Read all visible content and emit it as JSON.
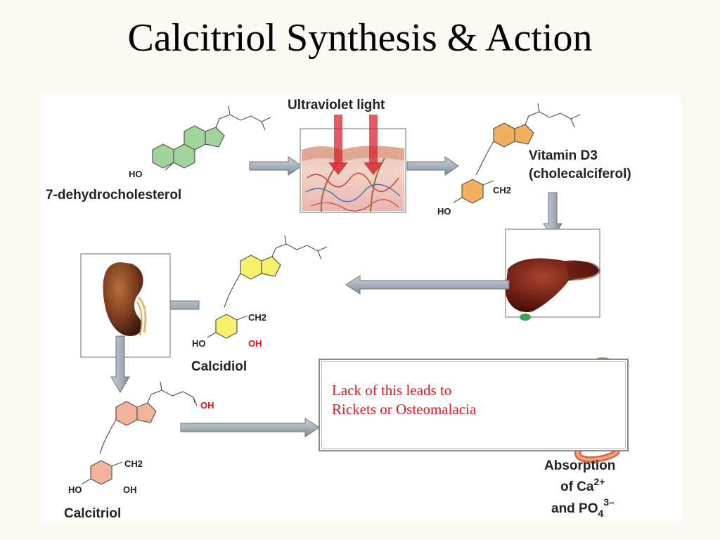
{
  "slide": {
    "title": "Calcitriol Synthesis & Action"
  },
  "diagram": {
    "uv_label": "Ultraviolet light",
    "dehydro_label": "7-dehydrocholesterol",
    "vitd3_line1": "Vitamin D3",
    "vitd3_line2": "(cholecalciferol)",
    "calcidiol_label": "Calcidiol",
    "calcitriol_label": "Calcitriol",
    "absorption_line1": "Absorption",
    "absorption_line2_prefix": "of Ca",
    "absorption_line2_sup": "2+",
    "absorption_line3_prefix": "and PO",
    "absorption_line3_sub": "4",
    "absorption_line3_sup": "3–",
    "groups": {
      "ho": "HO",
      "oh": "OH",
      "ch2": "CH2"
    }
  },
  "note": {
    "line1": "Lack of this leads to",
    "line2": "Rickets or Osteomalacia"
  },
  "colors": {
    "ring_green": "#9fd49a",
    "ring_orange": "#f2b05c",
    "ring_yellow": "#f6f06a",
    "ring_pink": "#f2b39a",
    "arrow_fill": "#a9b2bd",
    "note_text": "#e8141c",
    "liver": "#6e1f14",
    "kidney": "#7a3c1e",
    "stomach": "#e98a63"
  },
  "icons": [
    "skin-cross-section-illustration",
    "liver-illustration",
    "kidney-illustration",
    "stomach-intestine-illustration"
  ]
}
